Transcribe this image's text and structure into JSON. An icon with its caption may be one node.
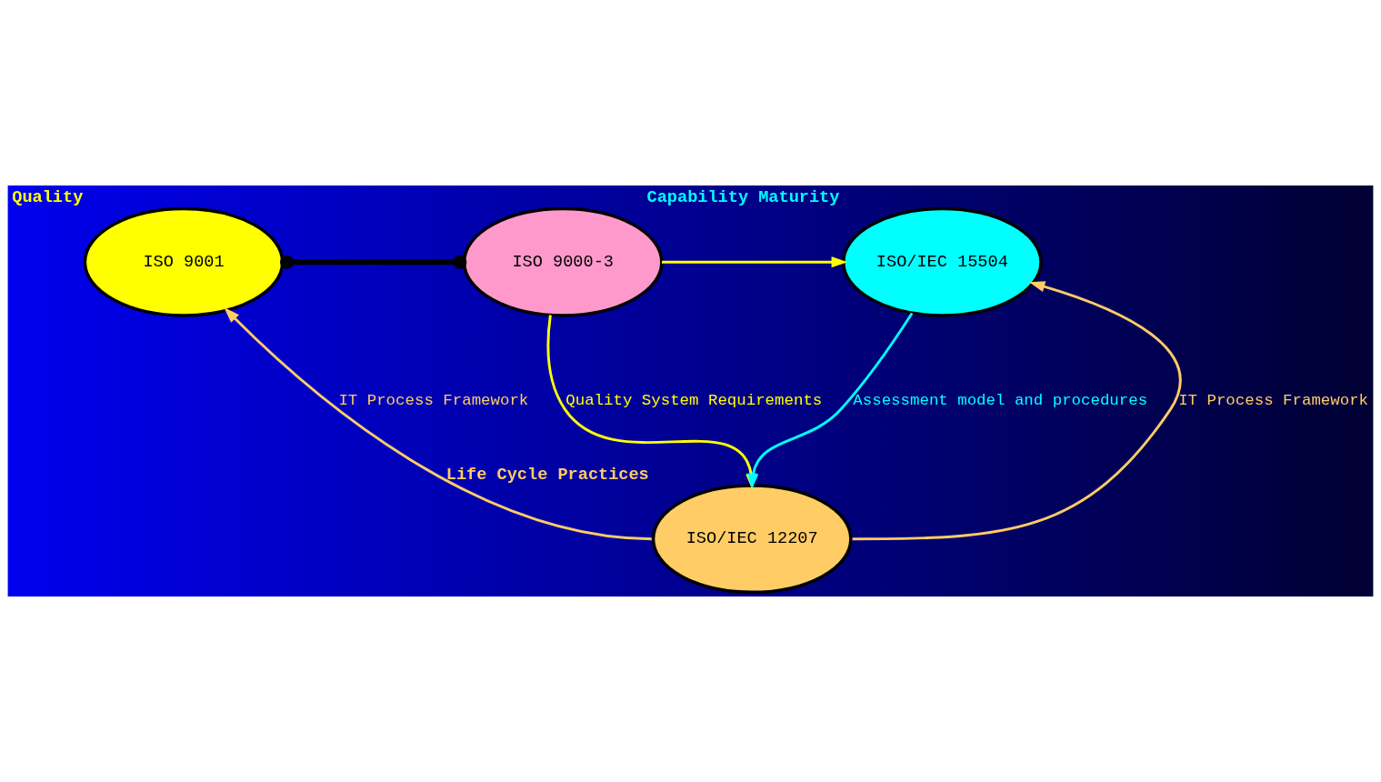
{
  "diagram": {
    "nodes": [
      {
        "text": [
          "ISO 9001"
        ],
        "beside": [
          "Quality"
        ]
      },
      {
        "text": [
          "ISO 9000-3"
        ]
      },
      {
        "text": [
          "ISO/IEC 15504"
        ],
        "beside": [
          "Capability Maturity"
        ]
      },
      {
        "text": [
          "ISO/IEC 12207"
        ],
        "beside": [
          "Life Cycle Practices"
        ]
      }
    ],
    "edges": [
      {
        "from": 0,
        "to": 1,
        "arrow": "other",
        "style": "thick",
        "color": "#000000"
      },
      {
        "from": 1,
        "to": 2,
        "arrow": "to",
        "color": "#ffff00"
      },
      {
        "from": 1,
        "to": 3,
        "arrow": "to",
        "label": "Quality System Requirements",
        "color": "#ffff00"
      },
      {
        "from": 2,
        "to": 3,
        "arrow": "to",
        "label": "Assessment model and procedures",
        "color": "#00ffff"
      },
      {
        "from": 3,
        "to": 0,
        "arrow": "to",
        "label": "IT Process Framework",
        "color": "#ffcc66"
      },
      {
        "from": 3,
        "to": 2,
        "arrow": "to",
        "label": "IT Process Framework",
        "color": "#ffcc66"
      }
    ]
  }
}
